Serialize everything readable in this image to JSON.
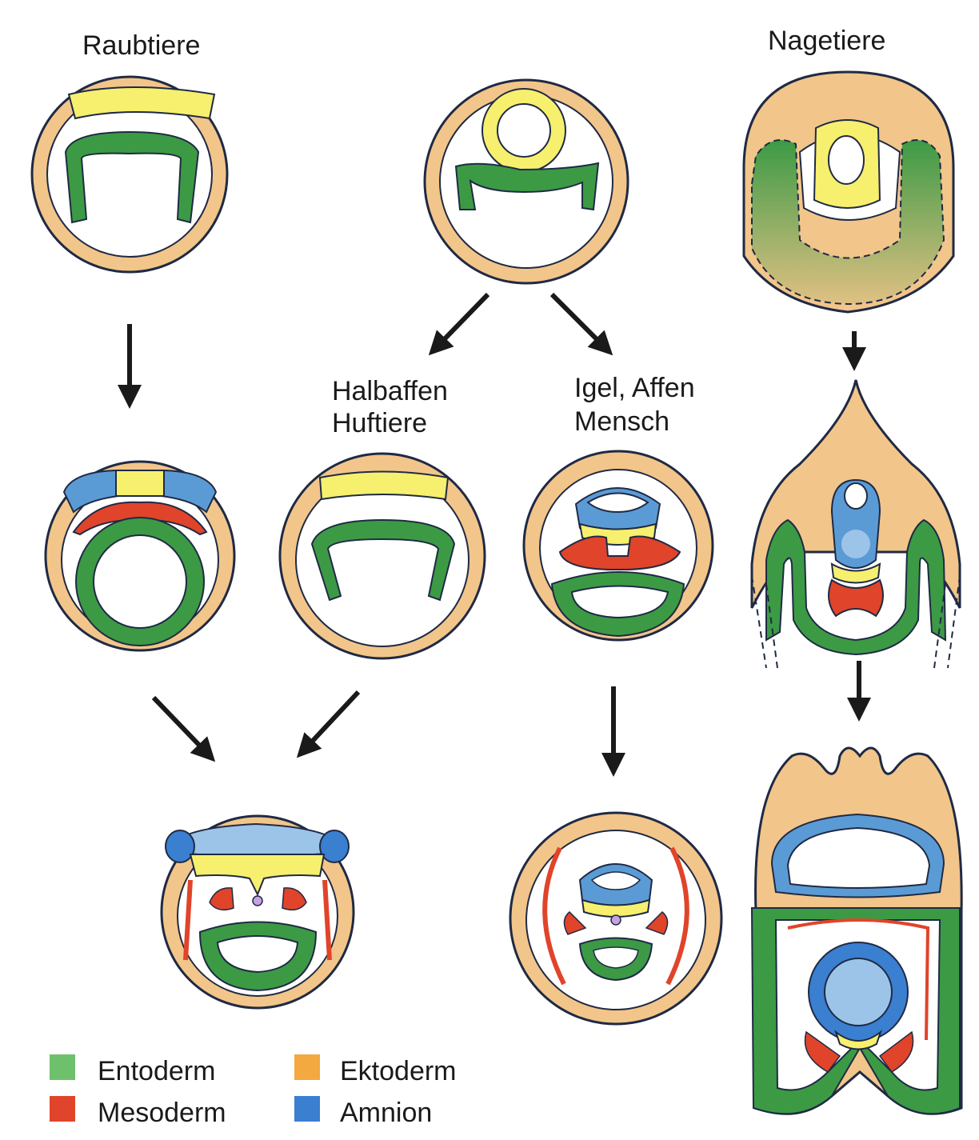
{
  "labels": {
    "raubtiere": "Raubtiere",
    "nagetiere": "Nagetiere",
    "halbaffen_line1": "Halbaffen",
    "halbaffen_line2": "Huftiere",
    "igel_line1": "Igel, Affen",
    "igel_line2": "Mensch"
  },
  "legend": [
    {
      "name": "Entoderm",
      "color": "#3c9a45"
    },
    {
      "name": "Mesoderm",
      "color": "#e0442a"
    },
    {
      "name": "Ektoderm",
      "color": "#f3a93f"
    },
    {
      "name": "Amnion",
      "color": "#3a7fd0"
    }
  ],
  "colors": {
    "ektoderm_fill": "#f2c58a",
    "entoderm": "#3c9a45",
    "ektoderm_cells": "#f7ef6e",
    "mesoderm": "#e0442a",
    "amnion": "#5b9bd5",
    "amnion_light": "#9cc4e8",
    "outline": "#1f2a44",
    "arrow": "#1a1a1a"
  }
}
